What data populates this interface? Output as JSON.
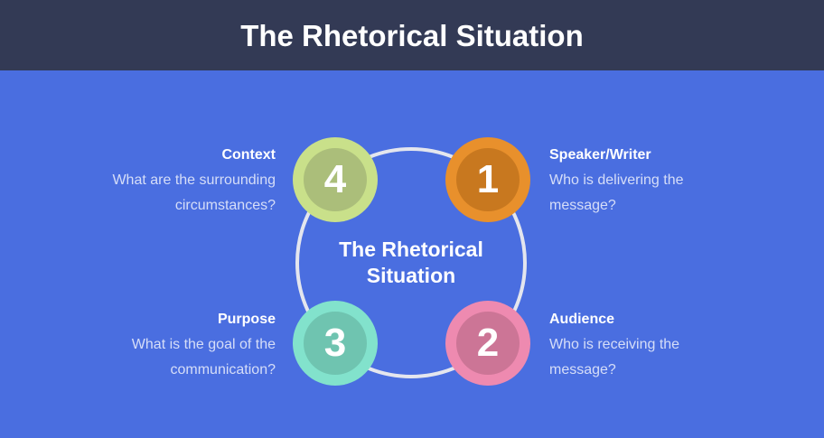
{
  "title": "The Rhetorical Situation",
  "center_label": "The Rhetorical Situation",
  "items": [
    {
      "number": "1",
      "title": "Speaker/Writer",
      "desc": "Who is delivering the message?",
      "outer": "#e8902c",
      "inner": "#c8781f"
    },
    {
      "number": "2",
      "title": "Audience",
      "desc": "Who is receiving the message?",
      "outer": "#ee8ab0",
      "inner": "#cc7596"
    },
    {
      "number": "3",
      "title": "Purpose",
      "desc": "What is the goal of the communication?",
      "outer": "#82e2cc",
      "inner": "#6fc4b0"
    },
    {
      "number": "4",
      "title": "Context",
      "desc": "What are the surrounding circumstances?",
      "outer": "#c9e08a",
      "inner": "#abbe7a"
    }
  ]
}
